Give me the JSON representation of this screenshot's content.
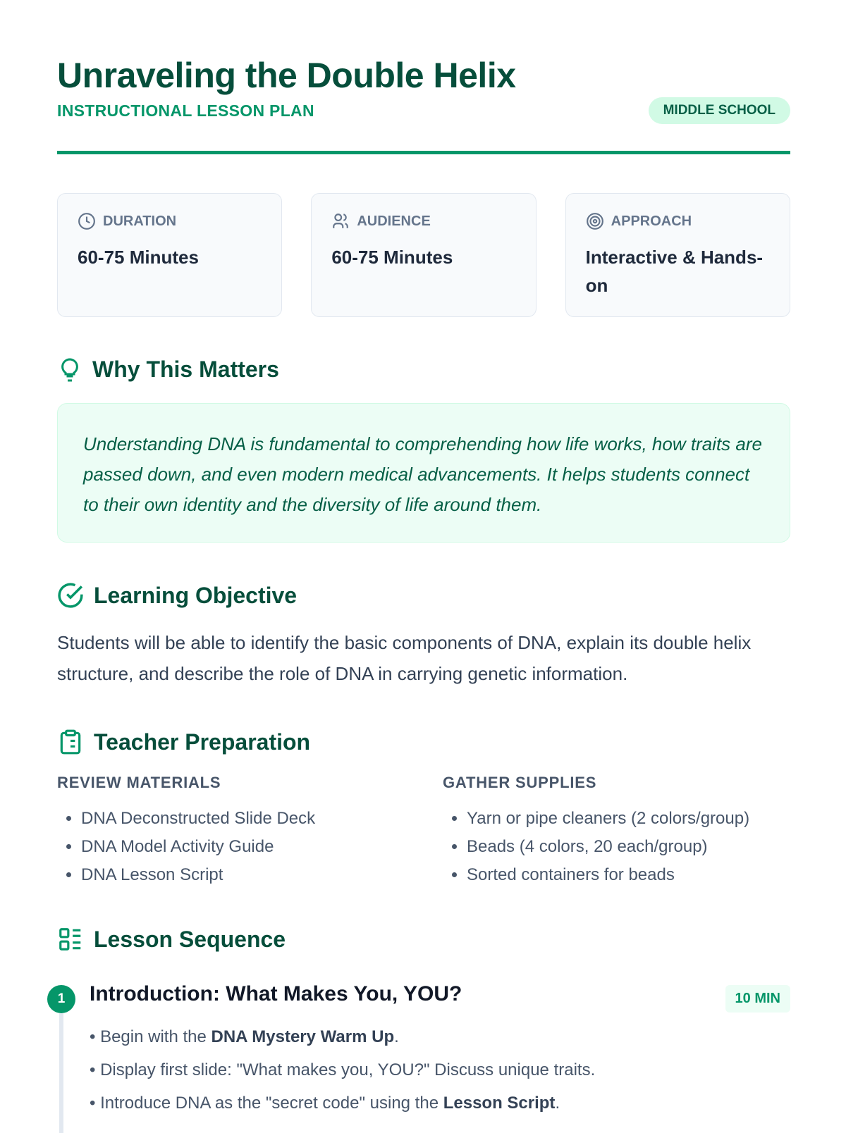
{
  "header": {
    "title": "Unraveling the Double Helix",
    "subtitle": "INSTRUCTIONAL LESSON PLAN",
    "badge": "MIDDLE SCHOOL"
  },
  "cards": [
    {
      "label": "DURATION",
      "value": "60-75 Minutes",
      "icon": "clock-icon"
    },
    {
      "label": "AUDIENCE",
      "value": "60-75 Minutes",
      "icon": "users-icon"
    },
    {
      "label": "APPROACH",
      "value": "Interactive & Hands-on",
      "icon": "target-icon"
    }
  ],
  "why": {
    "title": "Why This Matters",
    "text": "Understanding DNA is fundamental to comprehending how life works, how traits are passed down, and even modern medical advancements. It helps students connect to their own identity and the diversity of life around them."
  },
  "objective": {
    "title": "Learning Objective",
    "text": "Students will be able to identify the basic components of DNA, explain its double helix structure, and describe the role of DNA in carrying genetic information."
  },
  "prep": {
    "title": "Teacher Preparation",
    "review": {
      "heading": "REVIEW MATERIALS",
      "items": [
        "DNA Deconstructed Slide Deck",
        "DNA Model Activity Guide",
        "DNA Lesson Script"
      ]
    },
    "gather": {
      "heading": "GATHER SUPPLIES",
      "items": [
        "Yarn or pipe cleaners (2 colors/group)",
        "Beads (4 colors, 20 each/group)",
        "Sorted containers for beads"
      ]
    }
  },
  "sequence": {
    "title": "Lesson Sequence",
    "steps": [
      {
        "number": "1",
        "title": "Introduction: What Makes You, YOU?",
        "duration": "10 MIN",
        "bullets": [
          {
            "pre": "• Begin with the ",
            "bold": "DNA Mystery Warm Up",
            "post": "."
          },
          {
            "pre": "• Display first slide: \"What makes you, YOU?\" Discuss unique traits.",
            "bold": "",
            "post": ""
          },
          {
            "pre": "• Introduce DNA as the \"secret code\" using the ",
            "bold": "Lesson Script",
            "post": "."
          }
        ]
      }
    ]
  }
}
